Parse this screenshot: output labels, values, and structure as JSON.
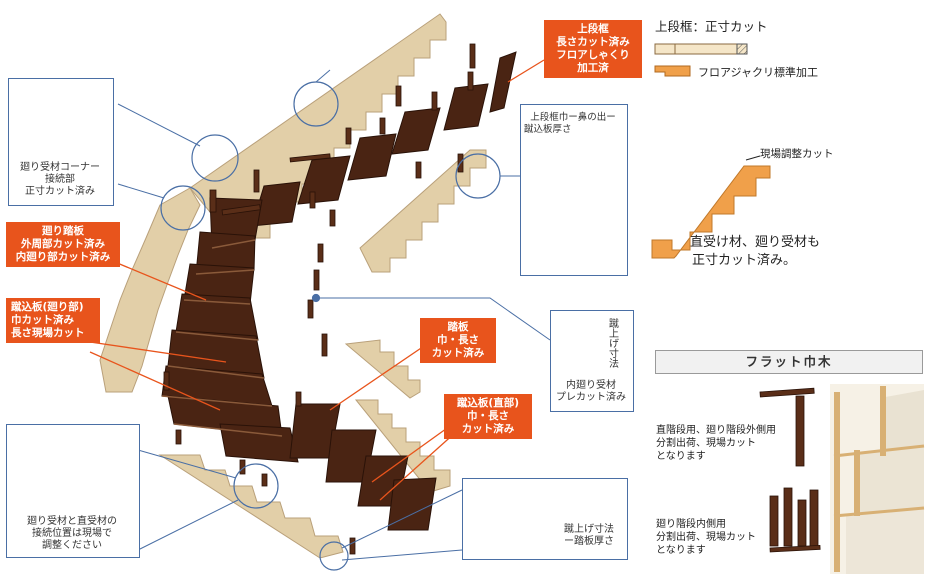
{
  "colors": {
    "wood_light": "#e2cfa8",
    "wood_light_edge": "#b9a07a",
    "wood_dark": "#4a2413",
    "wood_dark_edge": "#2a1208",
    "callout_bg": "#e8541c",
    "callout_text": "#ffffff",
    "connector": "#4a6fa5",
    "accent_orange": "#f0a04a"
  },
  "callouts": {
    "upper_frame": [
      "上段框",
      "長さカット済み",
      "フロアしゃくり",
      "加工済"
    ],
    "winder_tread": [
      "廻り踏板",
      "外周部カット済み",
      "内廻り部カット済み"
    ],
    "winder_riser": [
      "蹴込板(廻り部)",
      "巾カット済み",
      "長さ現場カット"
    ],
    "straight_tread": [
      "踏板",
      "巾・長さ",
      "カット済み"
    ],
    "straight_riser": [
      "蹴込板(直部)",
      "巾・長さ",
      "カット済み"
    ]
  },
  "detail_boxes": {
    "corner": {
      "caption": [
        "廻り受材コーナー",
        "接続部",
        "正寸カット済み"
      ]
    },
    "upper_frame_width": {
      "caption": [
        "上段框巾ー鼻の出ー",
        "蹴込板厚さ"
      ]
    },
    "inner_support": {
      "dim": "蹴上げ寸法",
      "caption": [
        "内廻り受材",
        "プレカット済み"
      ]
    },
    "joint": {
      "caption": [
        "廻り受材と直受材の",
        "接続位置は現場で",
        "調整ください"
      ]
    },
    "bottom_riser": {
      "caption": [
        "蹴上げ寸法",
        "ー踏板厚さ"
      ]
    }
  },
  "legend": {
    "title": "上段框：正寸カット",
    "floor_jack": "フロアジャクリ標準加工",
    "site_cut": "現場調整カット",
    "note": [
      "直受け材、廻り受材も",
      "正寸カット済み。"
    ]
  },
  "flat": {
    "title": "フラット巾木",
    "note_top": [
      "直階段用、廻り階段外側用",
      "分割出荷、現場カット",
      "となります"
    ],
    "note_bottom": [
      "廻り階段内側用",
      "分割出荷、現場カット",
      "となります"
    ]
  }
}
